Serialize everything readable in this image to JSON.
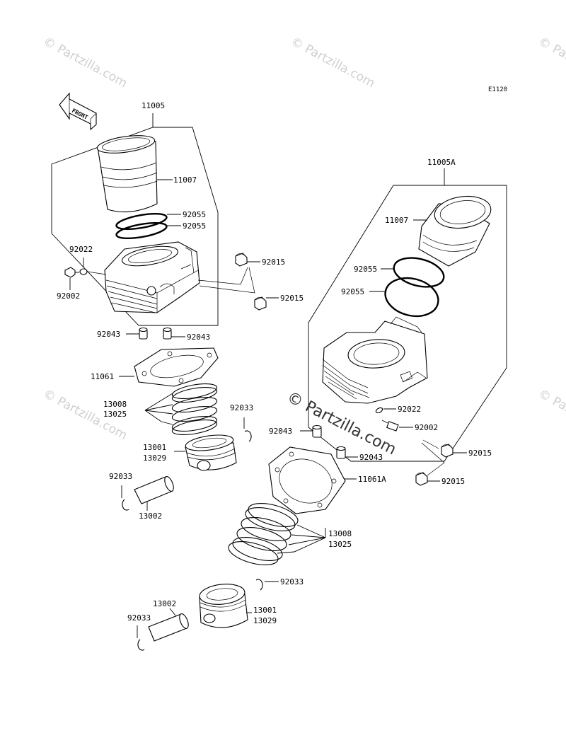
{
  "diagram_code": "E1120",
  "front_label": "FRONT",
  "watermarks": {
    "faint": "© Partzilla.com",
    "center": "© Partzilla.com"
  },
  "labels": {
    "left_assembly": "11005",
    "left_liner": "11007",
    "left_oring_1": "92055",
    "left_oring_2": "92055",
    "left_washer": "92022",
    "left_bolt": "92002",
    "left_nut_1": "92015",
    "left_nut_2": "92015",
    "left_dowel_1": "92043",
    "left_dowel_2": "92043",
    "left_gasket": "11061",
    "left_rings_1": "13008",
    "left_rings_2": "13025",
    "left_clip_1": "92033",
    "left_piston_1": "13001",
    "left_piston_2": "13029",
    "left_clip_2": "92033",
    "left_pin": "13002",
    "right_assembly": "11005A",
    "right_liner": "11007",
    "right_oring_1": "92055",
    "right_oring_2": "92055",
    "right_washer": "92022",
    "right_bolt": "92002",
    "right_dowel_1": "92043",
    "right_dowel_2": "92043",
    "right_gasket": "11061A",
    "right_nut_1": "92015",
    "right_nut_2": "92015",
    "right_rings_1": "13008",
    "right_rings_2": "13025",
    "right_clip_1": "92033",
    "right_pin": "13002",
    "right_piston_1": "13001",
    "right_piston_2": "13029",
    "right_clip_2": "92033"
  }
}
